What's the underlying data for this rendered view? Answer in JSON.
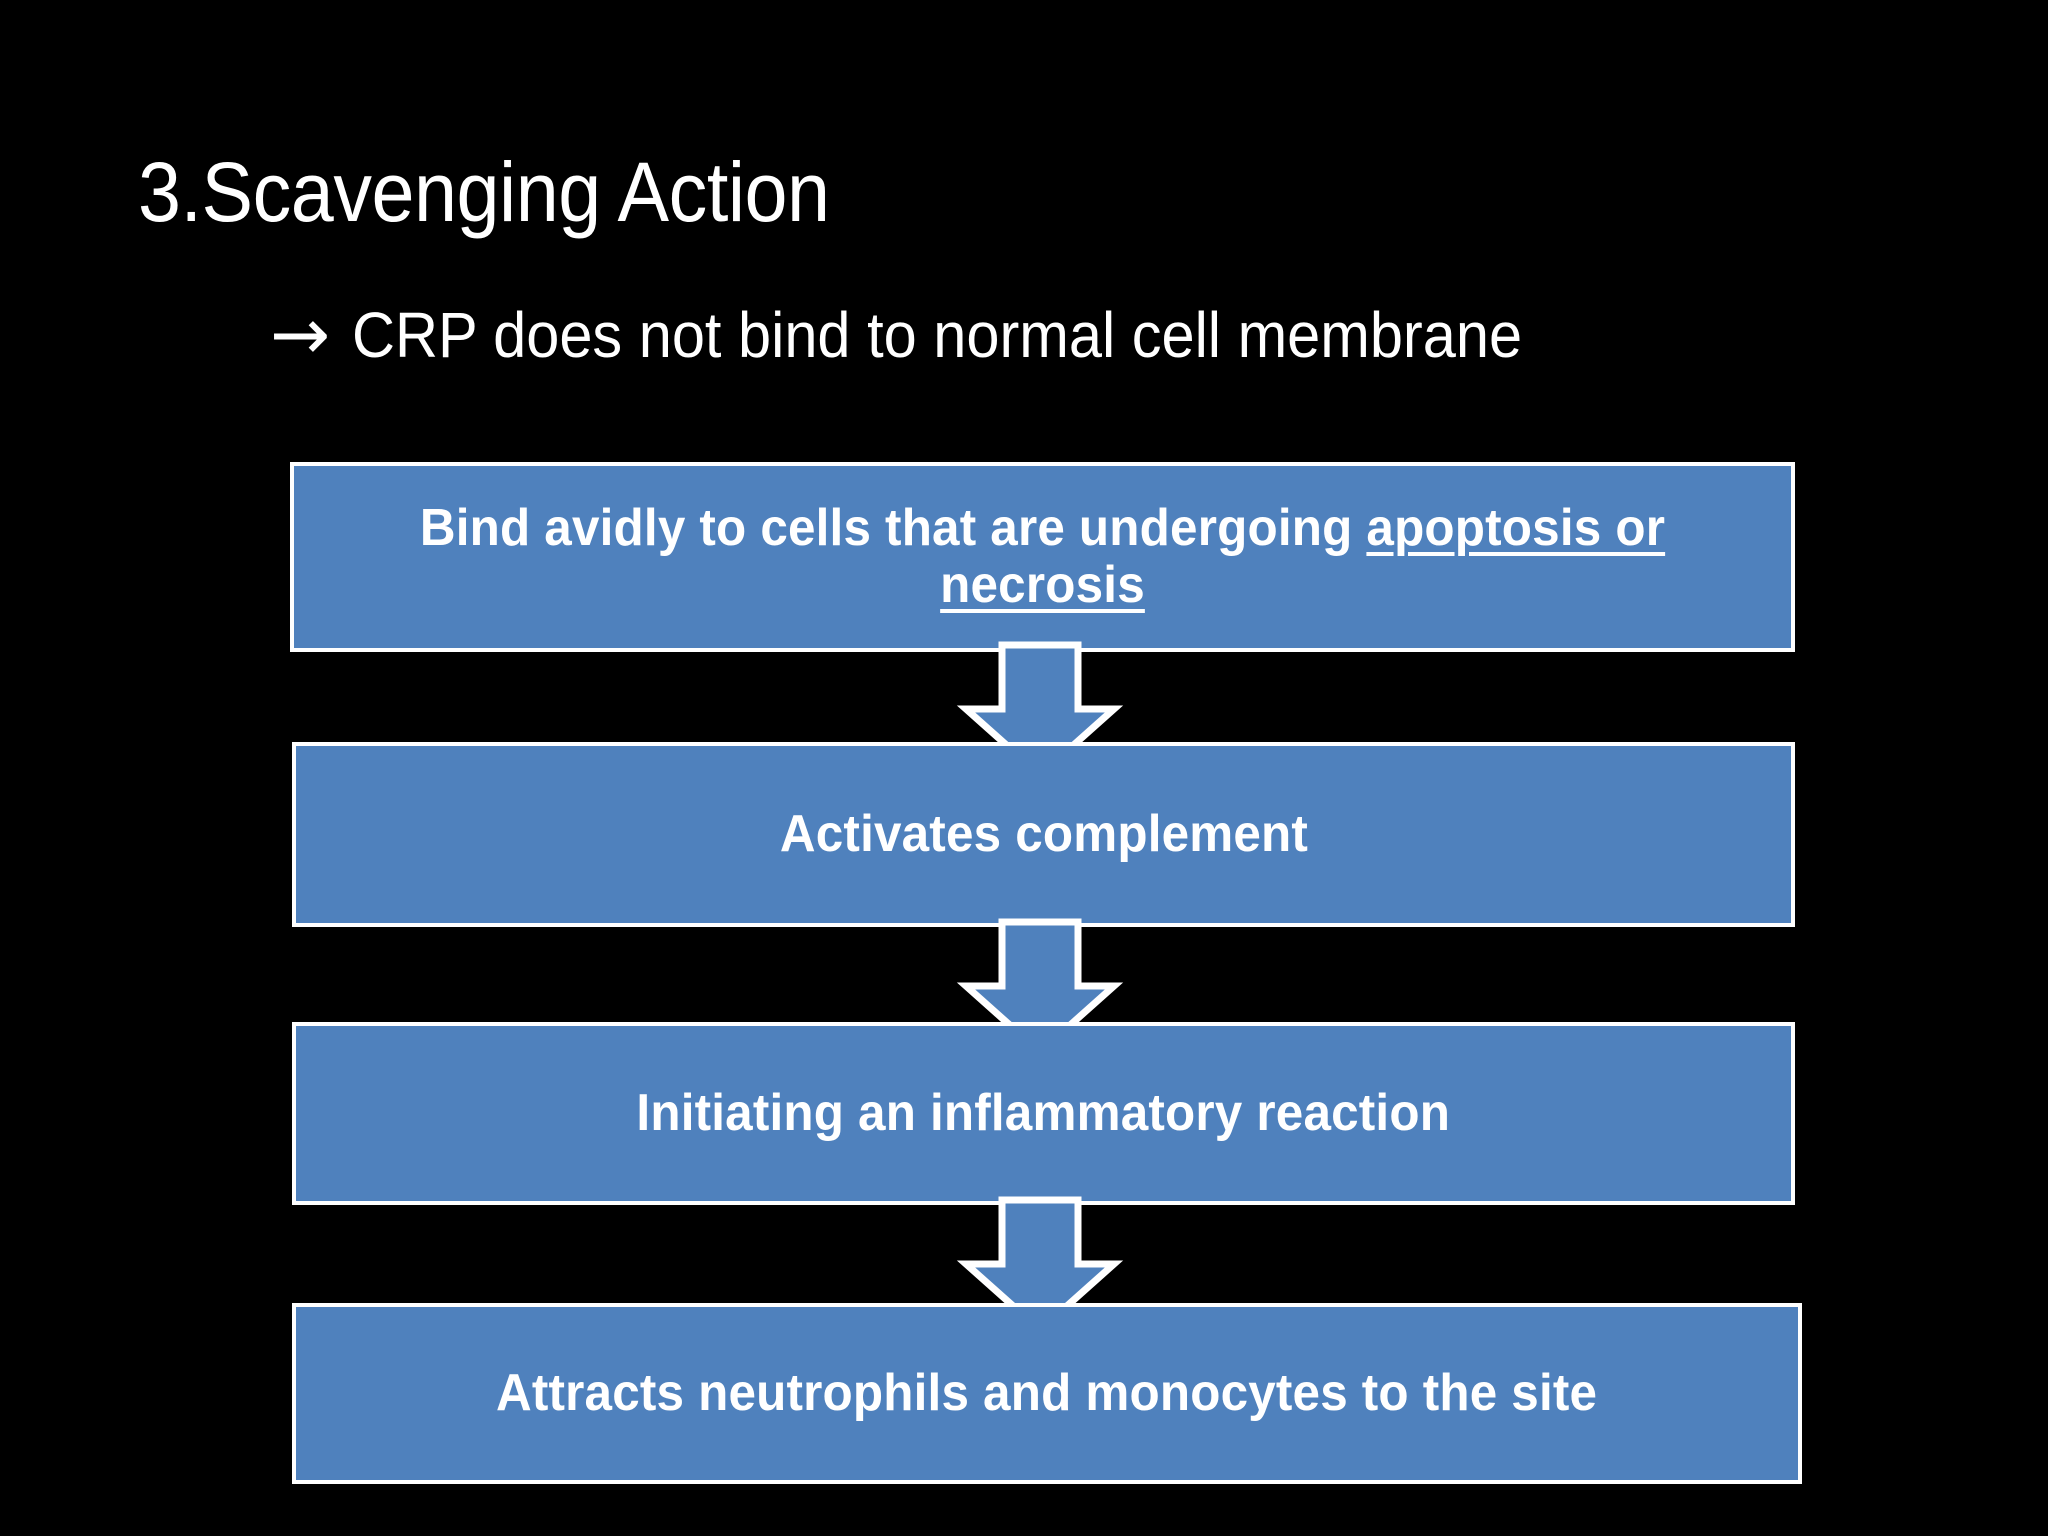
{
  "slide": {
    "background_color": "#000000",
    "title": "3.Scavenging Action",
    "subtitle": {
      "arrow_icon": "right-arrow-icon",
      "arrow_glyph": "→",
      "text": "CRP does not bind to normal cell membrane"
    },
    "accent_color": "#4F81BD",
    "border_color": "#FFFFFF",
    "text_color": "#FFFFFF"
  },
  "flowchart": {
    "type": "vertical-flow",
    "connector_icon": "down-arrow-icon",
    "steps": [
      {
        "id": "step-1",
        "text_plain": "Bind avidly to cells that are undergoing apoptosis or necrosis",
        "text_normal": "Bind avidly to cells that are undergoing ",
        "text_underlined": "apoptosis or necrosis"
      },
      {
        "id": "step-2",
        "text_plain": "Activates complement",
        "text_normal": "Activates complement",
        "text_underlined": ""
      },
      {
        "id": "step-3",
        "text_plain": "Initiating an inflammatory reaction",
        "text_normal": "Initiating an inflammatory reaction",
        "text_underlined": ""
      },
      {
        "id": "step-4",
        "text_plain": "Attracts neutrophils and monocytes to the site",
        "text_normal": "Attracts neutrophils and monocytes to the site",
        "text_underlined": ""
      }
    ]
  }
}
